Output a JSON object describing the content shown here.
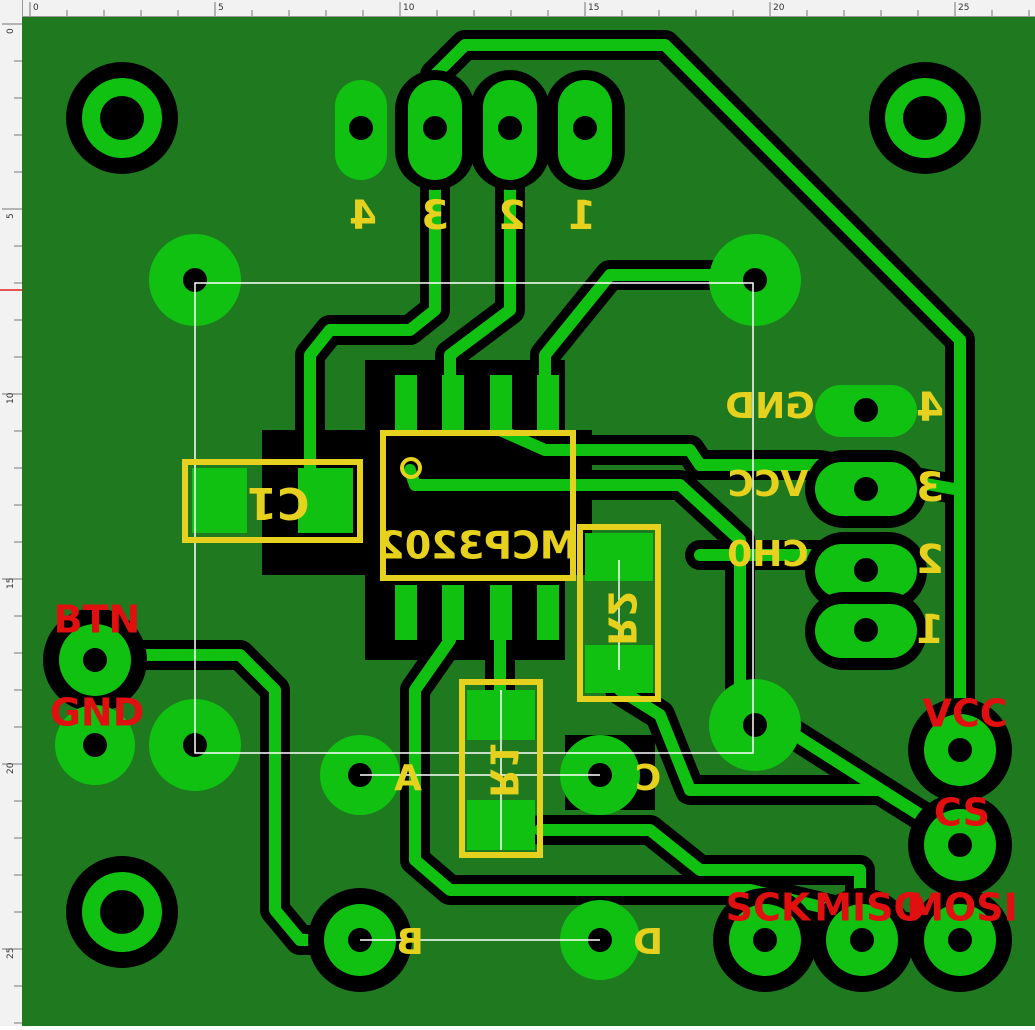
{
  "ruler": {
    "unit": "MM",
    "top_ticks": [
      "0",
      "5",
      "10",
      "15",
      "20",
      "25"
    ],
    "left_ticks": [
      "0",
      "5",
      "10",
      "15",
      "20",
      "25"
    ]
  },
  "colors": {
    "board": "#1f7a1f",
    "copper": "#11c111",
    "clearance": "#000000",
    "silk": "#e6d21e",
    "label": "#e01010",
    "outline": "#ffffff"
  },
  "components": {
    "ic": "MCP3202",
    "c1": "C1",
    "r1": "R1",
    "r2": "R2"
  },
  "header_top": {
    "pins": [
      "4",
      "3",
      "2",
      "1"
    ]
  },
  "header_right": {
    "pins": [
      "4",
      "3",
      "2",
      "1"
    ],
    "labels": [
      "GND",
      "VCC",
      "CH0"
    ]
  },
  "pads_bottom": {
    "A": "A",
    "B": "B",
    "C": "C",
    "D": "D"
  },
  "net_labels": {
    "btn": "BTN",
    "gnd": "GND",
    "vcc": "VCC",
    "cs": "CS",
    "sck": "SCK",
    "miso": "MISO",
    "mosi": "MOSI"
  }
}
